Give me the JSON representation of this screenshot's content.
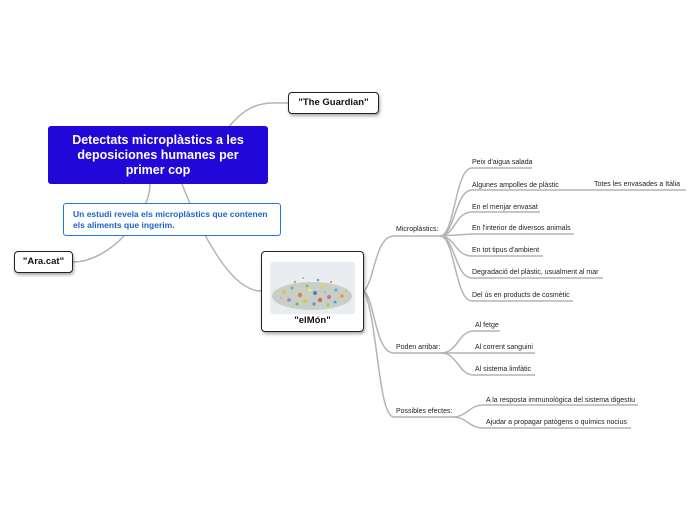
{
  "central": {
    "title": "Detectats microplàstics a les deposiciones humanes per primer cop"
  },
  "subtitle": {
    "text": "Un estudi revela els microplàstics que contenen els aliments que ingerim."
  },
  "sources": {
    "guardian": "\"The Guardian\"",
    "aracat": "\"Ara.cat\"",
    "elmon": "\"elMón\""
  },
  "branches": {
    "microplastics": {
      "label": "Microplàstics:",
      "items": [
        "Peix d'aigua salada",
        "Algunes ampolles de plàstic",
        "En el menjar envasat",
        "En l'interior de diversos animals",
        "En tot tipus d'ambient",
        "Degradació del plàstic, usualment al mar",
        "Del ús en products de cosmètic"
      ],
      "sub_item": "Totes les envasades a Itàlia"
    },
    "poden_arribar": {
      "label": "Poden arribar:",
      "items": [
        "Al fetge",
        "Al corrent sanguini",
        "Al sistema limfàtic"
      ]
    },
    "efectes": {
      "label": "Possibles efectes:",
      "items": [
        "A la resposta immunològica del sistema digestiu",
        "Ajudar a propagar patògens o químics nocius"
      ]
    }
  },
  "colors": {
    "central_bg": "#2008d8",
    "subtopic_border": "#1e7ad8",
    "subtopic_text": "#1b64c8",
    "connector": "#b4b4b4"
  }
}
